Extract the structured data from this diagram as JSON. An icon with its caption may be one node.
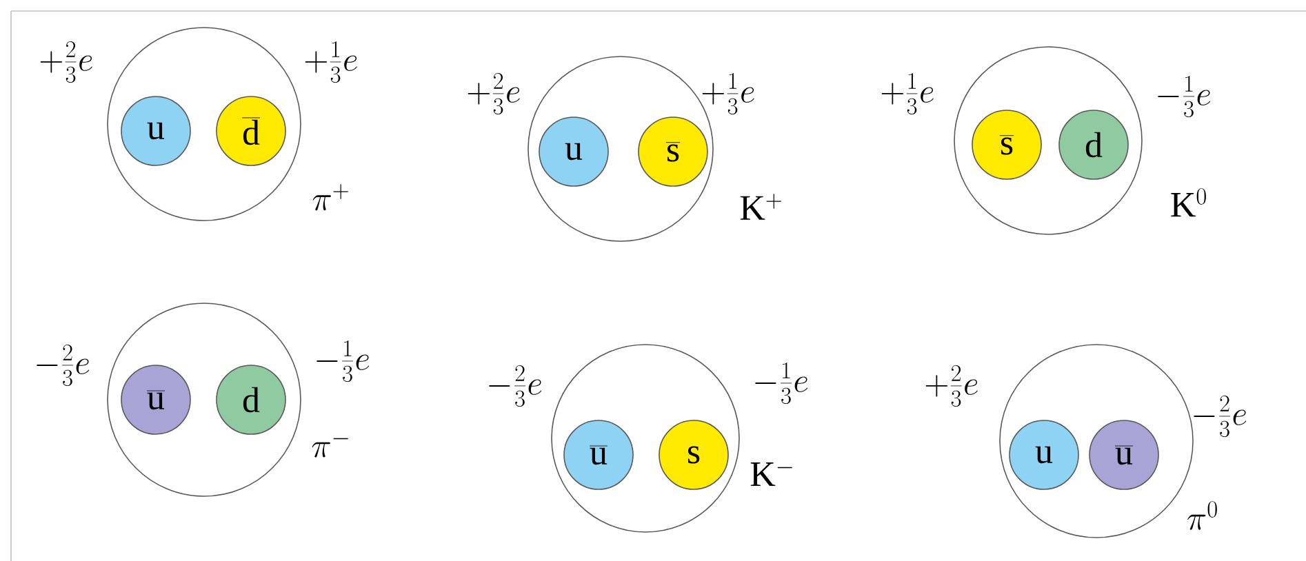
{
  "diagram": {
    "nodes": [
      {
        "text": [
          "\\pi^{+}"
        ]
      },
      {
        "text": [
          "\\mathrm{u}"
        ],
        "in": 0,
        "beside": [
          "+\\frac{2}{3}e"
        ]
      },
      {
        "text": [
          "\\overline{\\mathrm{d}}"
        ],
        "in": 0,
        "beside": [
          "+\\frac{1}{3}e"
        ]
      },
      {
        "text": [
          "\\mathrm{K}^{+}"
        ]
      },
      {
        "text": [
          "\\mathrm{u}"
        ],
        "in": 3,
        "beside": [
          "+\\frac{2}{3}e"
        ]
      },
      {
        "text": [
          "\\overline{\\mathrm{s}}"
        ],
        "in": 3,
        "beside": [
          "+\\frac{1}{3}e"
        ]
      },
      {
        "text": [
          "\\mathrm{K}^{0}"
        ]
      },
      {
        "text": [
          "\\overline{\\mathrm{s}}"
        ],
        "in": 6,
        "beside": [
          "+\\frac{1}{3}e"
        ]
      },
      {
        "text": [
          "\\mathrm{d}"
        ],
        "in": 6,
        "beside": [
          "-\\frac{1}{3}e"
        ]
      },
      {
        "text": [
          "\\pi^{-}"
        ]
      },
      {
        "text": [
          "\\overline{\\mathrm{u}}"
        ],
        "in": 9,
        "beside": [
          "-\\frac{2}{3}e"
        ]
      },
      {
        "text": [
          "\\mathrm{d}"
        ],
        "in": 9,
        "beside": [
          "-\\frac{1}{3}e"
        ]
      },
      {
        "text": [
          "\\mathrm{K}^{-}"
        ]
      },
      {
        "text": [
          "\\overline{\\mathrm{u}}"
        ],
        "in": 12,
        "beside": [
          "-\\frac{2}{3}e"
        ]
      },
      {
        "text": [
          "\\mathrm{s}"
        ],
        "in": 12,
        "beside": [
          "-\\frac{1}{3}e"
        ]
      },
      {
        "text": [
          "\\pi^{0}"
        ]
      },
      {
        "text": [
          "\\mathrm{u}"
        ],
        "in": 15,
        "beside": [
          "+\\frac{2}{3}e"
        ]
      },
      {
        "text": [
          "\\overline{\\mathrm{u}}"
        ],
        "in": 15,
        "beside": [
          "-\\frac{2}{3}e"
        ]
      }
    ]
  }
}
